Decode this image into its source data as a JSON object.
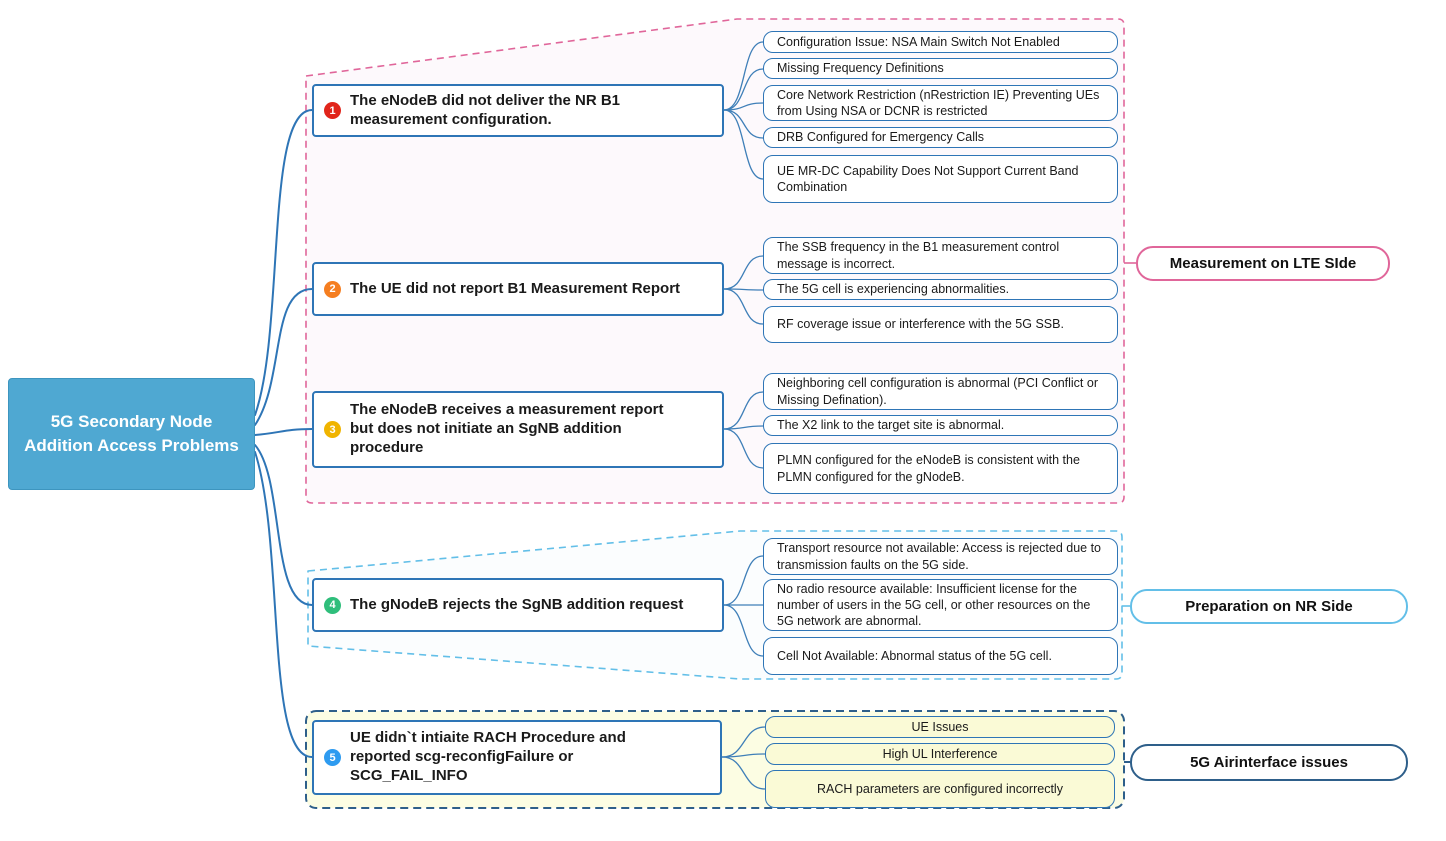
{
  "root": {
    "title": "5G Secondary Node Addition Access Problems"
  },
  "branches": [
    {
      "number": "1",
      "badge_color": "#e1251b",
      "label": "The eNodeB did not deliver the NR B1 measurement configuration.",
      "leaves": [
        "Configuration Issue: NSA Main Switch Not Enabled",
        "Missing Frequency Definitions",
        "Core Network Restriction (nRestriction IE) Preventing UEs from Using NSA or DCNR is restricted",
        "DRB Configured for Emergency Calls",
        "UE MR-DC Capability Does Not Support Current Band Combination"
      ]
    },
    {
      "number": "2",
      "badge_color": "#f57e20",
      "label": "The UE did not report B1 Measurement Report",
      "leaves": [
        "The SSB frequency in the B1 measurement control message is incorrect.",
        "The 5G cell is experiencing abnormalities.",
        "RF coverage issue or interference with the 5G SSB."
      ]
    },
    {
      "number": "3",
      "badge_color": "#f0b400",
      "label": "The eNodeB receives a measurement report but does not initiate an SgNB addition procedure",
      "leaves": [
        "Neighboring cell configuration is abnormal (PCI Conflict or Missing Defination).",
        "The X2 link to the target site is abnormal.",
        "PLMN configured for the eNodeB is consistent with the PLMN configured for the gNodeB."
      ]
    },
    {
      "number": "4",
      "badge_color": "#2fbe7b",
      "label": "The gNodeB rejects the SgNB addition request",
      "leaves": [
        "Transport resource not available: Access is rejected due to transmission faults on the 5G side.",
        "No radio resource available: Insufficient license for the number of users in the 5G cell, or other resources on the 5G network are abnormal.",
        "Cell Not Available: Abnormal status of the 5G cell."
      ]
    },
    {
      "number": "5",
      "badge_color": "#2e9bf0",
      "label": "UE didn`t intiaite RACH Procedure and reported scg-reconfigFailure or SCG_FAIL_INFO",
      "leaves": [
        "UE Issues",
        "High UL Interference",
        "RACH parameters are configured incorrectly"
      ]
    }
  ],
  "side_labels": [
    {
      "text": "Measurement on LTE SIde",
      "border_color": "#e0669a"
    },
    {
      "text": "Preparation on NR Side",
      "border_color": "#63bfe8"
    },
    {
      "text": "5G Airinterface issues",
      "border_color": "#2e5f8a"
    }
  ],
  "colors": {
    "root_bg": "#4fa8d2",
    "node_border": "#2e75b6",
    "connector": "#2e75b6",
    "group_lte_border": "#e0669a",
    "group_nr_border": "#63bfe8",
    "group_5g_border": "#2e5f8a",
    "group_5g_fill": "#fcfde3",
    "leaf_yellow_fill": "#fafad6"
  }
}
